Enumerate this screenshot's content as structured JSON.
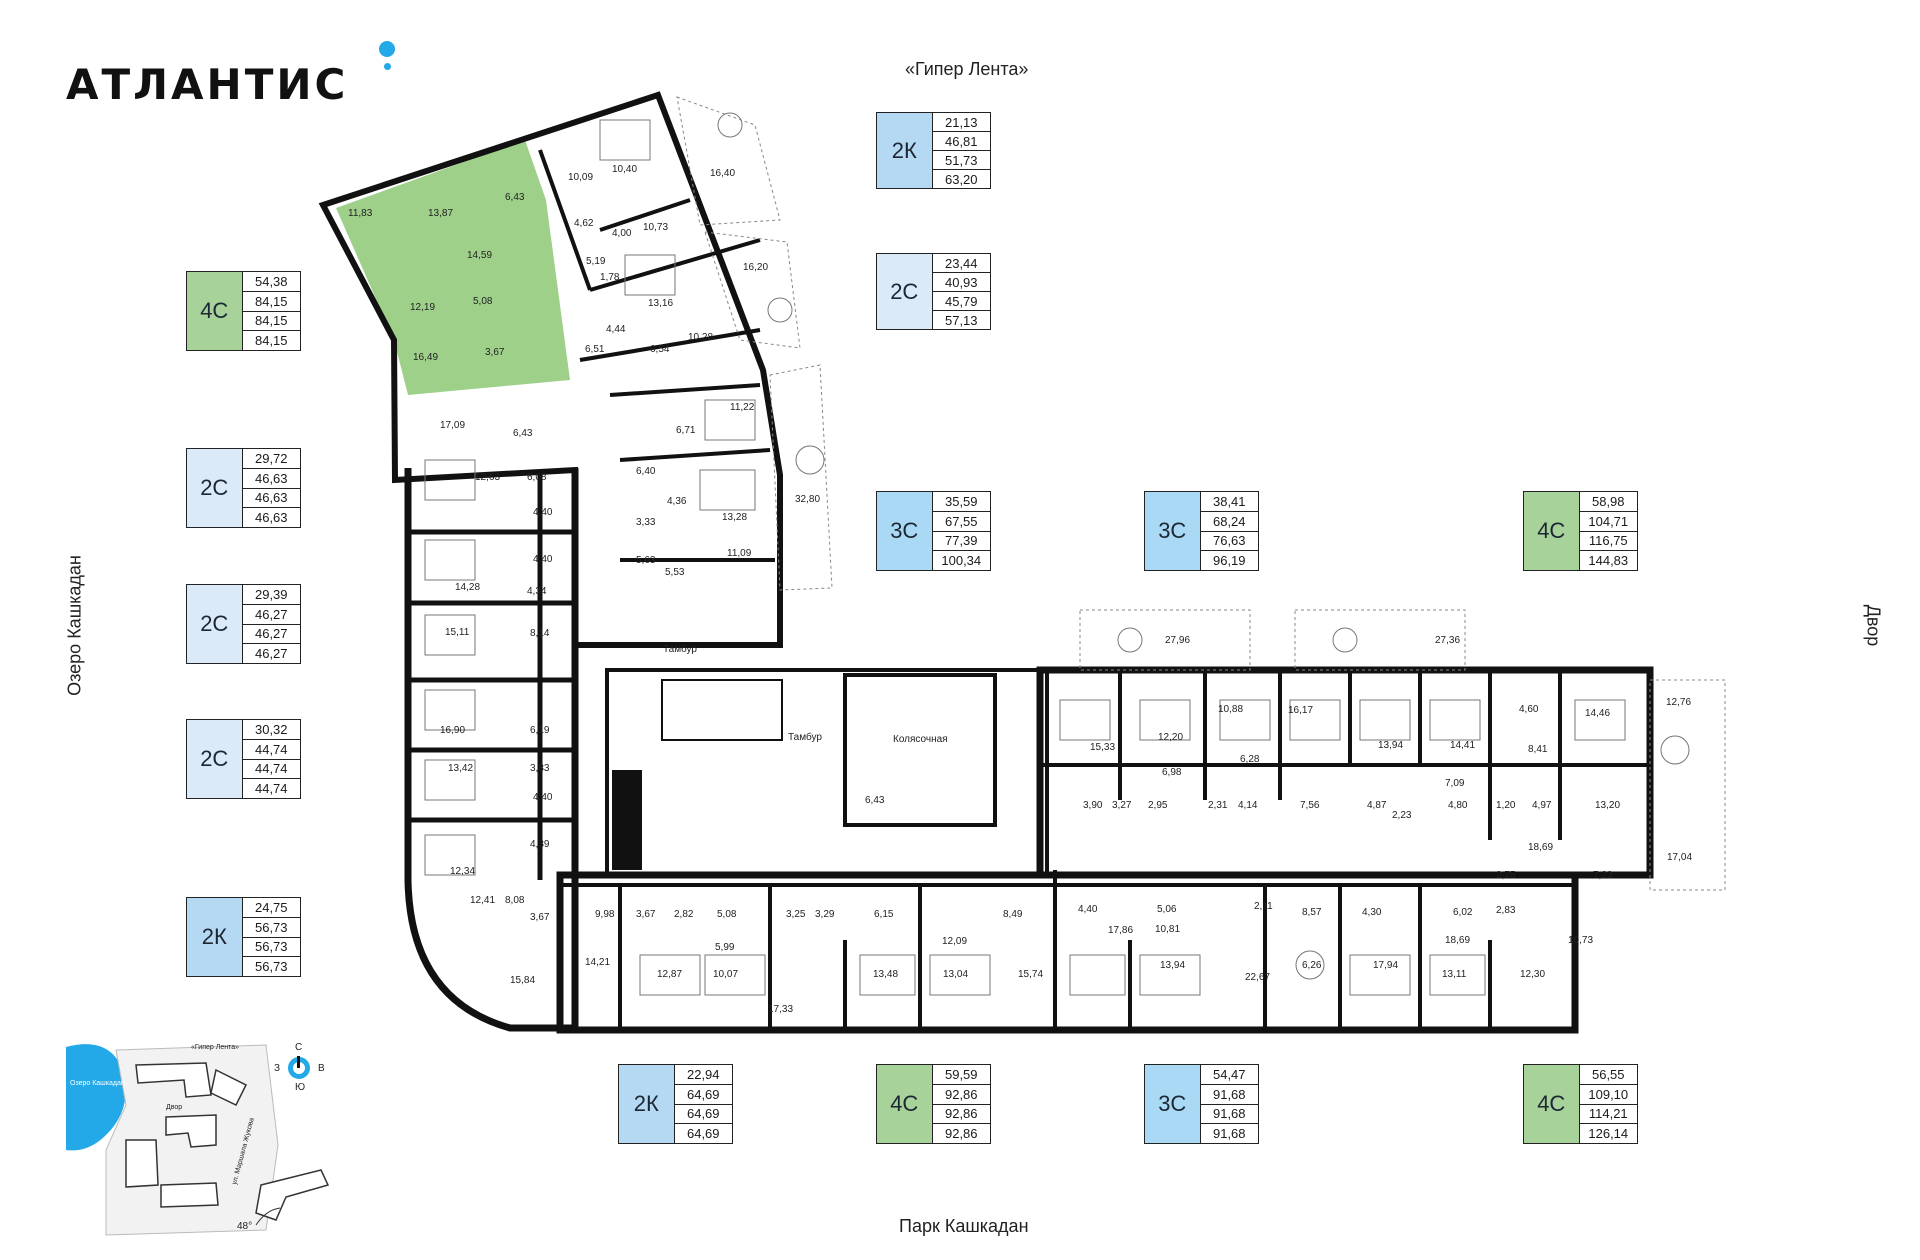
{
  "brand": "АТЛАНТИС",
  "captions": {
    "top": "«Гипер Лента»",
    "bottom": "Парк Кашкадан",
    "left": "Озеро Кашкадан",
    "right": "Двор"
  },
  "colors": {
    "k_type": "#b5d9f2",
    "s_type": "#daeaf9",
    "c4_type": "#a7d29a",
    "c3_type": "#a9d9f5",
    "highlight": "#9fd08a",
    "accent": "#23a8e8"
  },
  "badges": [
    {
      "code": "2К",
      "areas": [
        "21,13",
        "46,81",
        "51,73",
        "63,20"
      ],
      "color": "#b5d9f2"
    },
    {
      "code": "2С",
      "areas": [
        "23,44",
        "40,93",
        "45,79",
        "57,13"
      ],
      "color": "#daeaf9"
    },
    {
      "code": "4С",
      "areas": [
        "54,38",
        "84,15",
        "84,15",
        "84,15"
      ],
      "color": "#a7d29a"
    },
    {
      "code": "2С",
      "areas": [
        "29,72",
        "46,63",
        "46,63",
        "46,63"
      ],
      "color": "#daeaf9"
    },
    {
      "code": "2С",
      "areas": [
        "29,39",
        "46,27",
        "46,27",
        "46,27"
      ],
      "color": "#daeaf9"
    },
    {
      "code": "2С",
      "areas": [
        "30,32",
        "44,74",
        "44,74",
        "44,74"
      ],
      "color": "#daeaf9"
    },
    {
      "code": "2К",
      "areas": [
        "24,75",
        "56,73",
        "56,73",
        "56,73"
      ],
      "color": "#b5d9f2"
    },
    {
      "code": "3С",
      "areas": [
        "35,59",
        "67,55",
        "77,39",
        "100,34"
      ],
      "color": "#a9d9f5"
    },
    {
      "code": "3С",
      "areas": [
        "38,41",
        "68,24",
        "76,63",
        "96,19"
      ],
      "color": "#a9d9f5"
    },
    {
      "code": "4С",
      "areas": [
        "58,98",
        "104,71",
        "116,75",
        "144,83"
      ],
      "color": "#a7d29a"
    },
    {
      "code": "2К",
      "areas": [
        "22,94",
        "64,69",
        "64,69",
        "64,69"
      ],
      "color": "#b5d9f2"
    },
    {
      "code": "4С",
      "areas": [
        "59,59",
        "92,86",
        "92,86",
        "92,86"
      ],
      "color": "#a7d29a"
    },
    {
      "code": "3С",
      "areas": [
        "54,47",
        "91,68",
        "91,68",
        "91,68"
      ],
      "color": "#a9d9f5"
    },
    {
      "code": "4С",
      "areas": [
        "56,55",
        "109,10",
        "114,21",
        "126,14"
      ],
      "color": "#a7d29a"
    }
  ],
  "rooms": [
    "11,83",
    "13,87",
    "6,43",
    "14,59",
    "12,19",
    "5,08",
    "16,49",
    "3,67",
    "17,09",
    "6,43",
    "10,09",
    "10,40",
    "4,62",
    "4,00",
    "10,73",
    "16,40",
    "5,19",
    "1,78",
    "13,16",
    "16,20",
    "4,44",
    "6,51",
    "6,54",
    "10,28",
    "11,22",
    "6,71",
    "32,80",
    "6,40",
    "4,36",
    "13,28",
    "3,33",
    "5,63",
    "5,53",
    "11,09",
    "12,63",
    "6,08",
    "4,40",
    "4,40",
    "14,28",
    "4,34",
    "15,11",
    "8,14",
    "16,90",
    "6,19",
    "13,42",
    "3,83",
    "4,40",
    "4,39",
    "12,34",
    "12,41",
    "8,08",
    "3,67",
    "15,84",
    "Тамбур",
    "Тамбур",
    "Колясочная",
    "6,43",
    "27,96",
    "27,36",
    "15,33",
    "12,20",
    "10,88",
    "6,28",
    "6,98",
    "16,17",
    "13,94",
    "14,41",
    "4,60",
    "14,46",
    "12,76",
    "8,41",
    "7,09",
    "3,90",
    "3,27",
    "2,95",
    "2,31",
    "4,14",
    "7,56",
    "4,87",
    "2,23",
    "4,80",
    "1,20",
    "4,97",
    "13,20",
    "18,69",
    "17,04",
    "2,75",
    "7,23",
    "2,83",
    "10,73",
    "9,98",
    "3,67",
    "2,82",
    "5,08",
    "3,25",
    "3,29",
    "6,15",
    "8,49",
    "4,40",
    "5,06",
    "17,86",
    "10,81",
    "2,11",
    "8,57",
    "4,30",
    "6,02",
    "14,21",
    "5,99",
    "12,09",
    "12,87",
    "10,07",
    "17,33",
    "13,48",
    "13,04",
    "15,74",
    "13,94",
    "22,67",
    "6,26",
    "17,94",
    "18,69",
    "13,11",
    "12,30"
  ],
  "minimap": {
    "lake_label": "Озеро Кашкадан",
    "store_label": "«Гипер Лента»",
    "yard_label": "Двор",
    "street_label": "ул. Маршала Жукова",
    "angle": "48°",
    "compass": {
      "n": "С",
      "s": "Ю",
      "w": "З",
      "e": "В"
    }
  }
}
